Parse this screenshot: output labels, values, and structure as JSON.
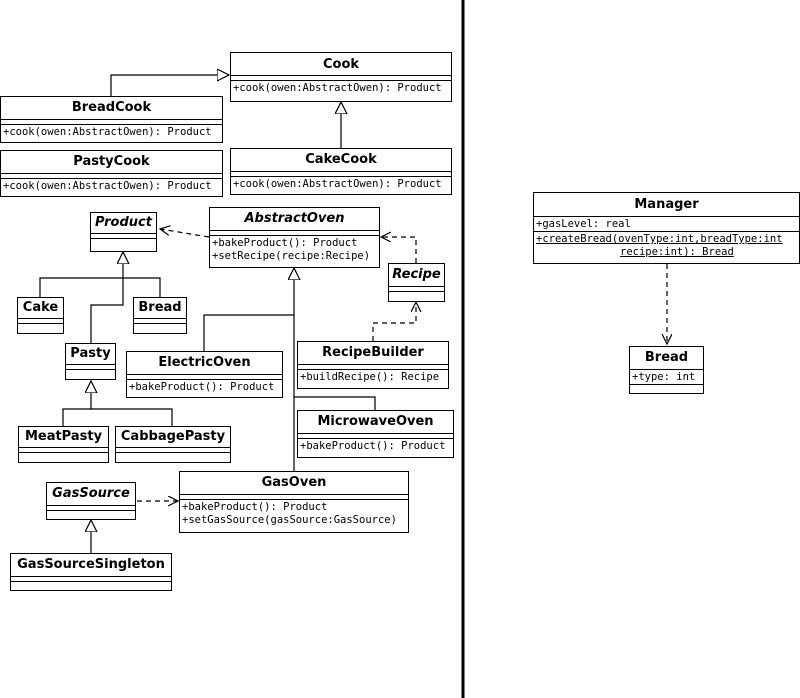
{
  "classes": {
    "cook": {
      "name": "Cook",
      "ops": [
        "+cook(owen:AbstractOwen): Product"
      ]
    },
    "breadcook": {
      "name": "BreadCook",
      "ops": [
        "+cook(owen:AbstractOwen): Product"
      ]
    },
    "pastycook": {
      "name": "PastyCook",
      "ops": [
        "+cook(owen:AbstractOwen): Product"
      ]
    },
    "cakecook": {
      "name": "CakeCook",
      "ops": [
        "+cook(owen:AbstractOwen): Product"
      ]
    },
    "product": {
      "name": "Product"
    },
    "abstractoven": {
      "name": "AbstractOven",
      "ops": [
        "+bakeProduct(): Product",
        "+setRecipe(recipe:Recipe)"
      ]
    },
    "recipe": {
      "name": "Recipe"
    },
    "cake": {
      "name": "Cake"
    },
    "bread": {
      "name": "Bread"
    },
    "pasty": {
      "name": "Pasty"
    },
    "electricoven": {
      "name": "ElectricOven",
      "ops": [
        "+bakeProduct(): Product"
      ]
    },
    "recipebuilder": {
      "name": "RecipeBuilder",
      "ops": [
        "+buildRecipe(): Recipe"
      ]
    },
    "microwaveoven": {
      "name": "MicrowaveOven",
      "ops": [
        "+bakeProduct(): Product"
      ]
    },
    "meatpasty": {
      "name": "MeatPasty"
    },
    "cabbagepasty": {
      "name": "CabbagePasty"
    },
    "gassource": {
      "name": "GasSource"
    },
    "gasoven": {
      "name": "GasOven",
      "ops": [
        "+bakeProduct(): Product",
        "+setGasSource(gasSource:GasSource)"
      ]
    },
    "gassourcesingleton": {
      "name": "GasSourceSingleton"
    },
    "manager": {
      "name": "Manager",
      "attrs": [
        "+gasLevel: real"
      ],
      "ops": [
        "+createBread(ovenType:int,breadType:int",
        "recipe:int): Bread"
      ]
    },
    "bread2": {
      "name": "Bread",
      "attrs": [
        "+type: int"
      ]
    }
  }
}
